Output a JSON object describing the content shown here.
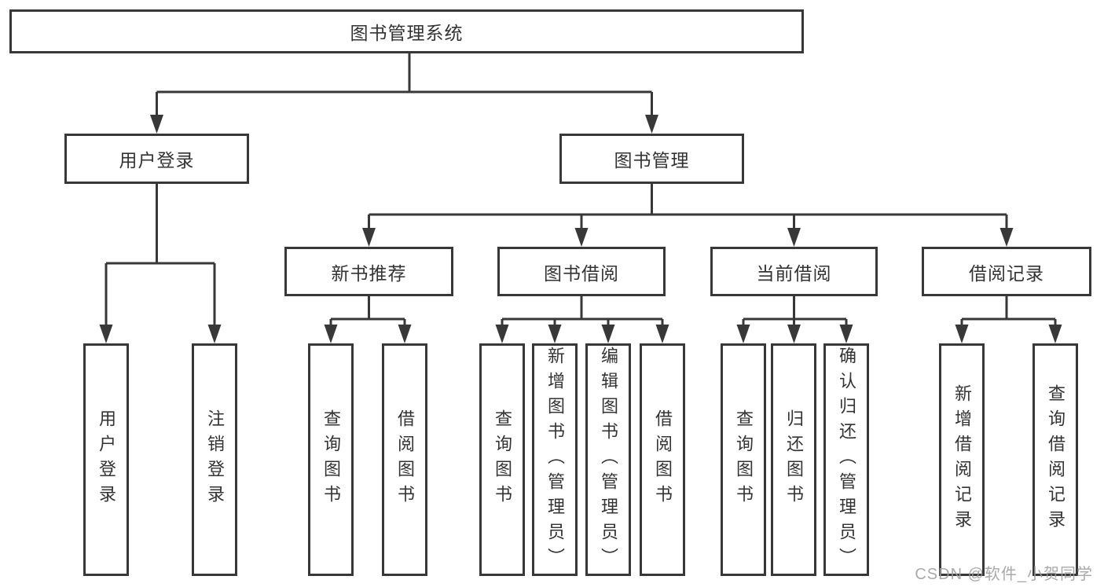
{
  "diagram": {
    "type": "tree",
    "root": {
      "key": "library-management-system",
      "label": "图书管理系统"
    },
    "level2": [
      {
        "key": "user-login",
        "label": "用户登录",
        "parent": "library-management-system"
      },
      {
        "key": "book-management",
        "label": "图书管理",
        "parent": "library-management-system"
      }
    ],
    "level3": [
      {
        "key": "new-book-recommendation",
        "label": "新书推荐",
        "parent": "book-management"
      },
      {
        "key": "book-borrowing",
        "label": "图书借阅",
        "parent": "book-management"
      },
      {
        "key": "current-borrowing",
        "label": "当前借阅",
        "parent": "book-management"
      },
      {
        "key": "borrowing-records",
        "label": "借阅记录",
        "parent": "book-management"
      }
    ],
    "leaves": [
      {
        "label": "用户登录",
        "parent": "user-login"
      },
      {
        "label": "注销登录",
        "parent": "user-login"
      },
      {
        "label": "查询图书",
        "parent": "new-book-recommendation"
      },
      {
        "label": "借阅图书",
        "parent": "new-book-recommendation"
      },
      {
        "label": "查询图书",
        "parent": "book-borrowing"
      },
      {
        "label": "新增图书（管理员）",
        "parent": "book-borrowing"
      },
      {
        "label": "编辑图书（管理员）",
        "parent": "book-borrowing"
      },
      {
        "label": "借阅图书",
        "parent": "book-borrowing"
      },
      {
        "label": "查询图书",
        "parent": "current-borrowing"
      },
      {
        "label": "归还图书",
        "parent": "current-borrowing"
      },
      {
        "label": "确认归还（管理员）",
        "parent": "current-borrowing"
      },
      {
        "label": "新增借阅记录",
        "parent": "borrowing-records"
      },
      {
        "label": "查询借阅记录",
        "parent": "borrowing-records"
      }
    ]
  },
  "watermark": {
    "text": "CSDN @软件_小贺同学"
  },
  "colors": {
    "line": "#383838",
    "box_border": "#383838",
    "box_background": "#ffffff",
    "text": "#333333",
    "watermark": "#9e9e9e",
    "page_background": "#ffffff"
  }
}
